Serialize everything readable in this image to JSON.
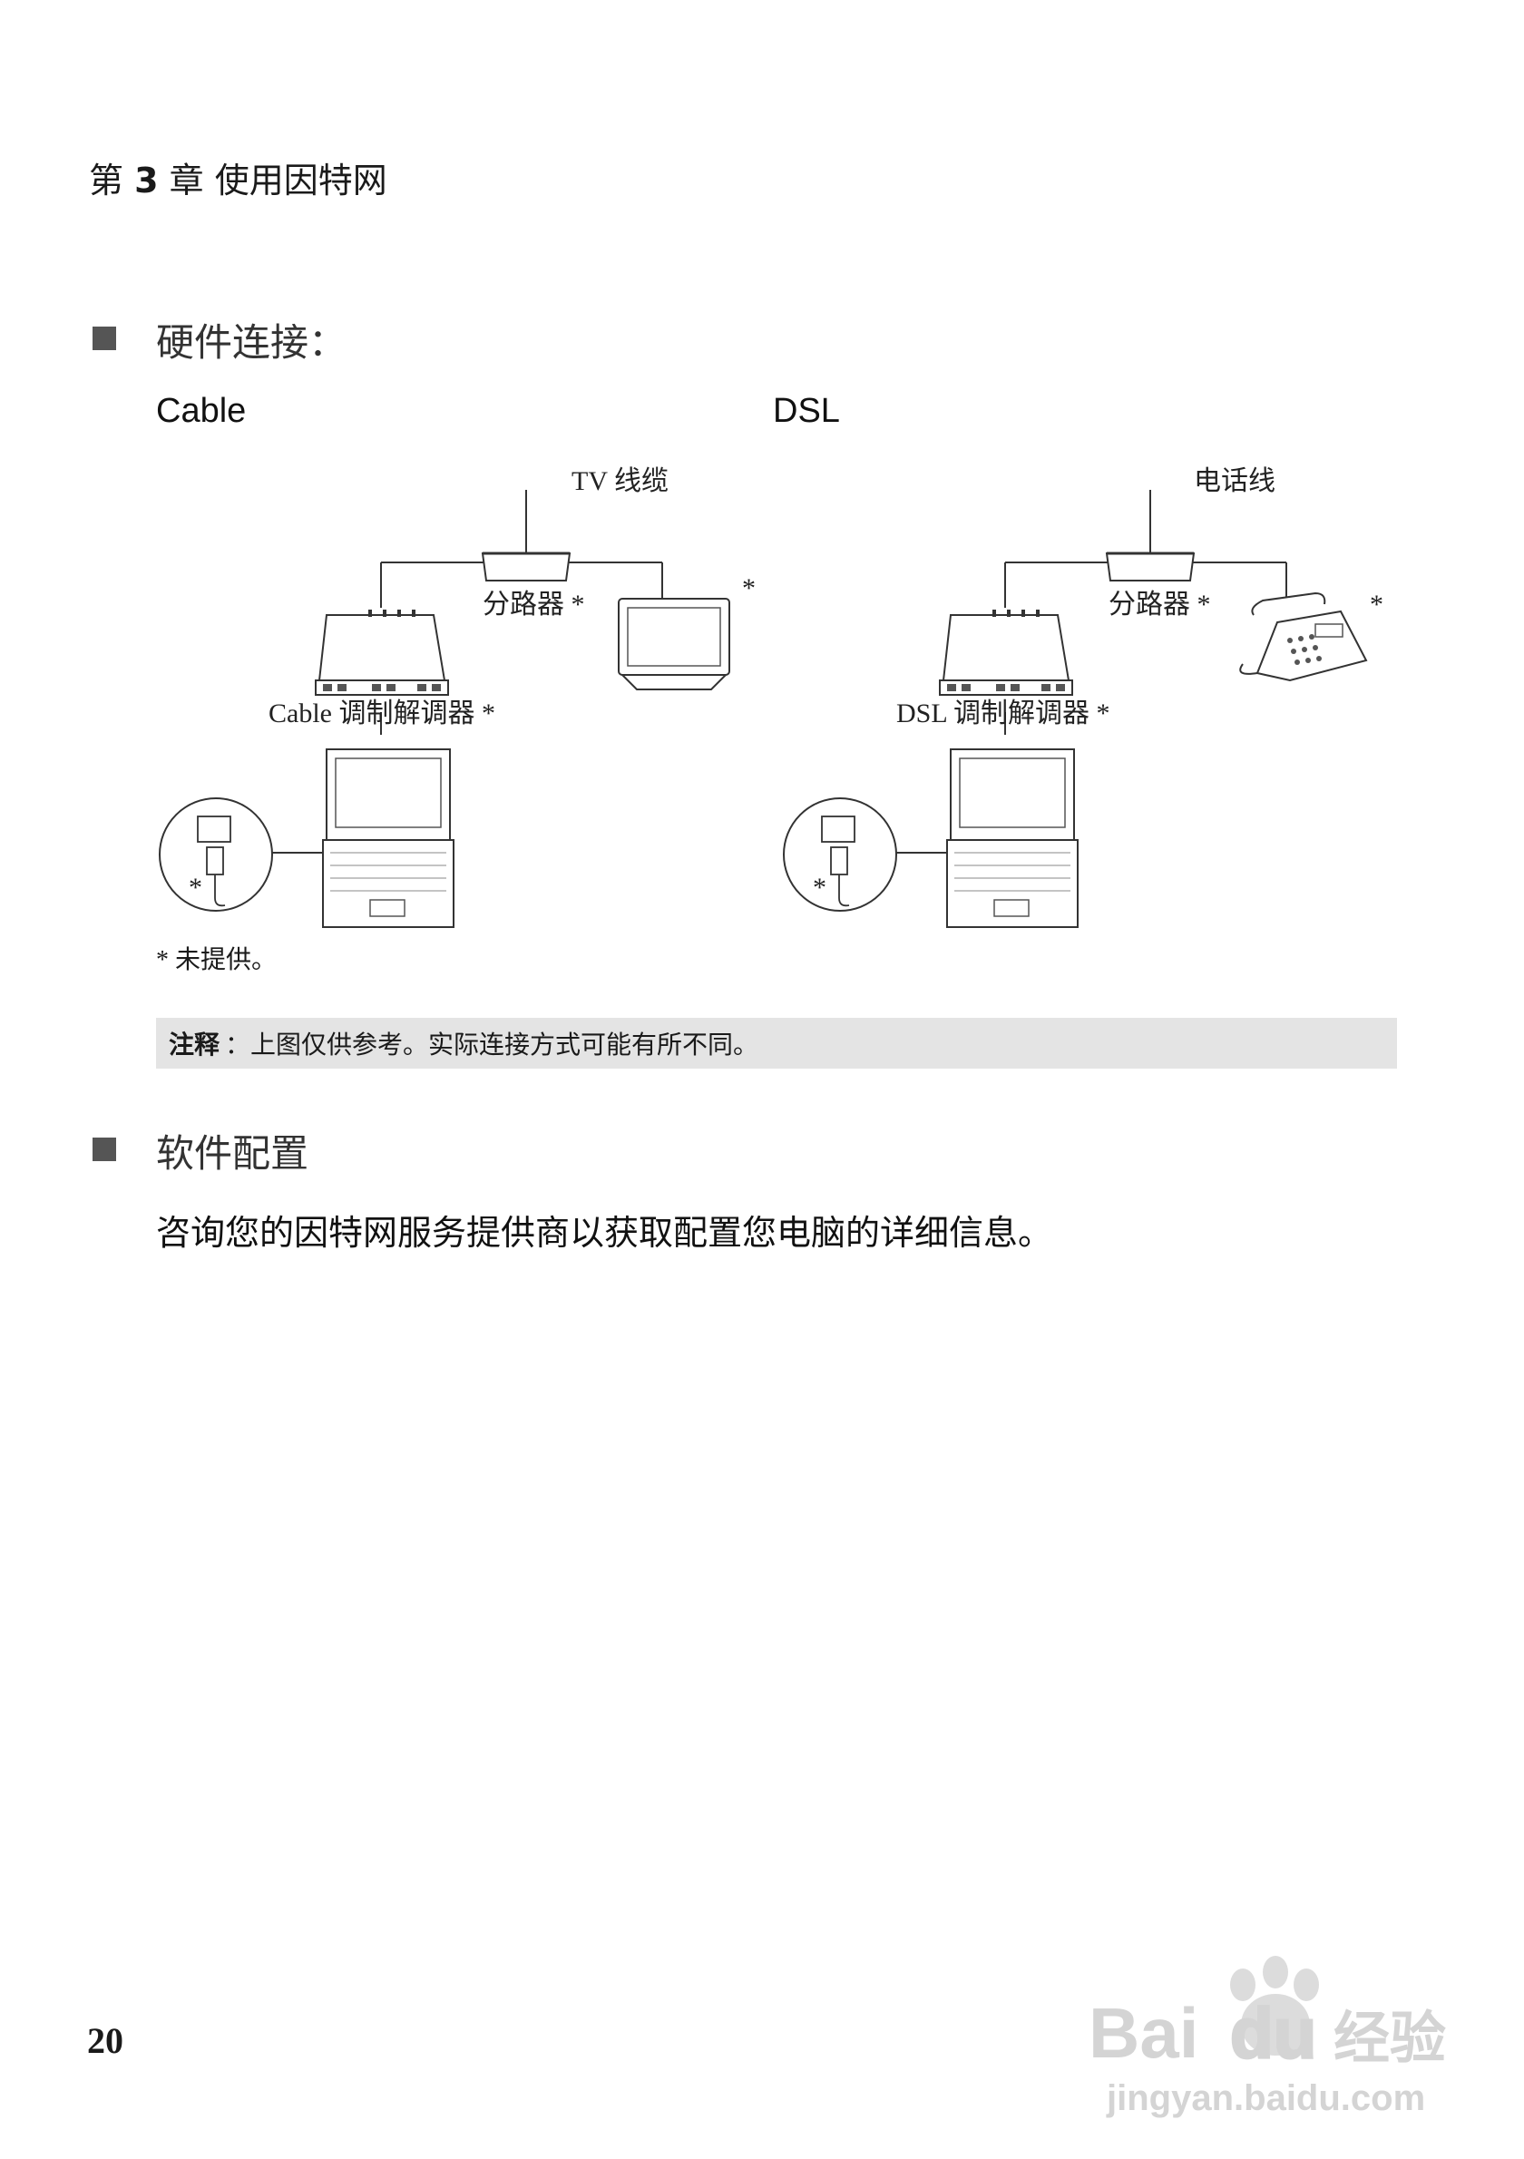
{
  "header": {
    "chapter_prefix": "第",
    "chapter_number": "3",
    "chapter_title": "章 使用因特网"
  },
  "sections": {
    "hardware_title": "硬件连接：",
    "software_title": "软件配置"
  },
  "diagram": {
    "cable": {
      "heading": "Cable",
      "tv_cable": "TV 线缆",
      "splitter": "分路器 *",
      "monitor_star": "*",
      "modem": "Cable 调制解调器 *",
      "cable_star": "*"
    },
    "dsl": {
      "heading": "DSL",
      "phone_line": "电话线",
      "splitter": "分路器 *",
      "phone_star": "*",
      "modem": "DSL 调制解调器 *",
      "cable_star": "*"
    }
  },
  "footnote": "* 未提供。",
  "note": {
    "label": "注释",
    "text": "：上图仅供参考。实际连接方式可能有所不同。"
  },
  "software_body": "咨询您的因特网服务提供商以获取配置您电脑的详细信息。",
  "page_number": "20",
  "watermark": {
    "brand": "Bai du 经验",
    "url": "jingyan.baidu.com"
  }
}
